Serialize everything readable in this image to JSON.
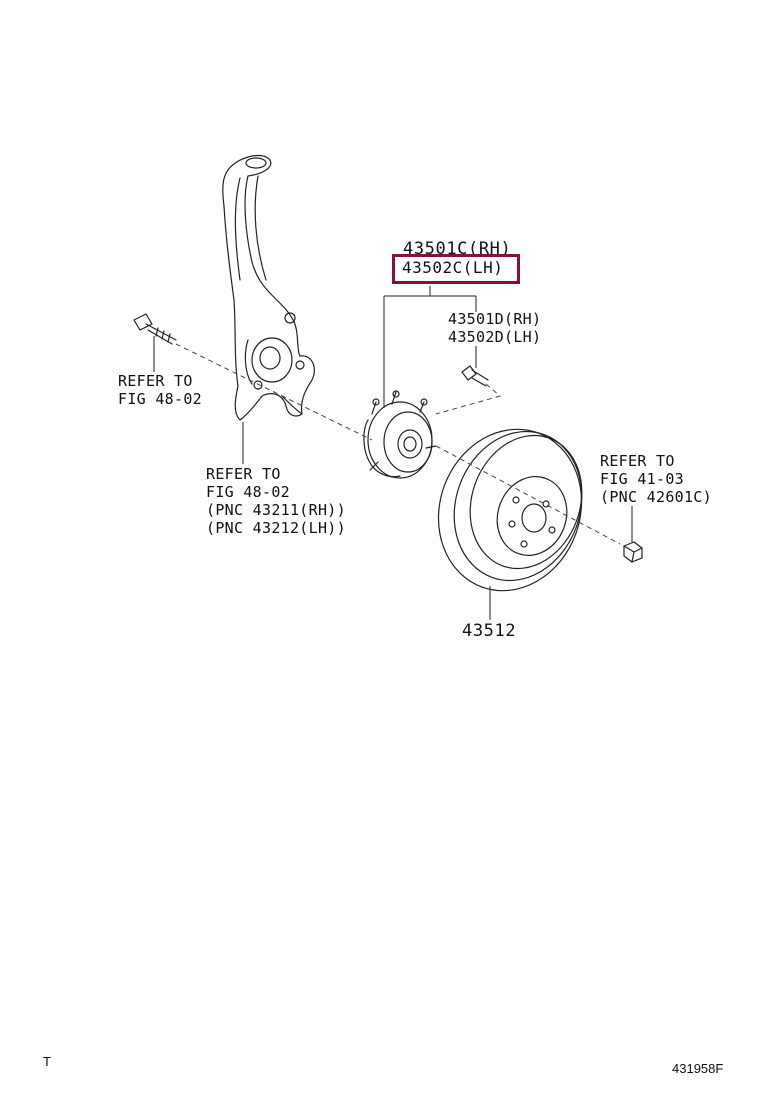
{
  "parts": {
    "hub_bearing_rh": "43501C(RH)",
    "hub_bearing_lh": "43502C(LH)",
    "hub_bolt_rh": "43501D(RH)",
    "hub_bolt_lh": "43502D(LH)",
    "disc": "43512"
  },
  "refs": {
    "knuckle_bolt": [
      "REFER TO",
      "FIG 48-02"
    ],
    "knuckle": [
      "REFER TO",
      "FIG 48-02",
      "(PNC 43211(RH))",
      "(PNC 43212(LH))"
    ],
    "hub_nut": [
      "REFER TO",
      "FIG 41-03",
      "(PNC 42601C)"
    ]
  },
  "footer": {
    "left_mark": "T",
    "figure_id": "431958F"
  },
  "colors": {
    "highlight": "#8a0f3a",
    "line": "#222222"
  }
}
